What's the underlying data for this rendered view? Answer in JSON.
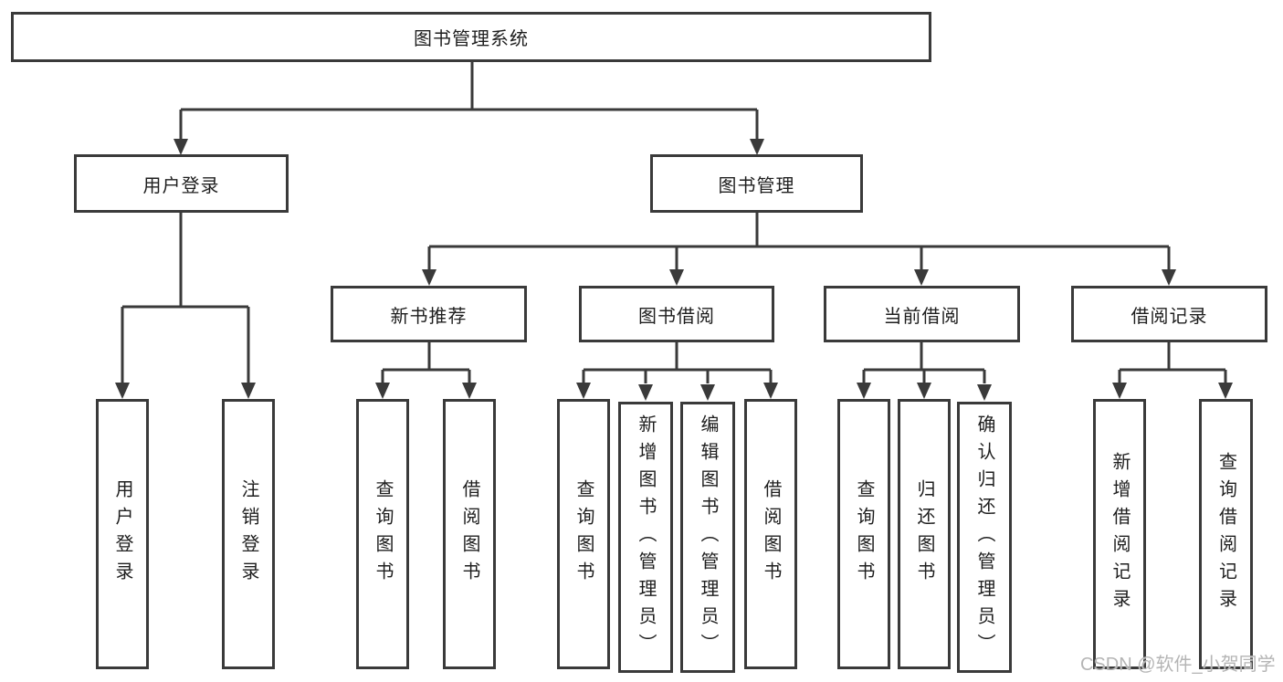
{
  "tree": {
    "label": "图书管理系统",
    "children": [
      {
        "label": "用户登录",
        "children": [
          {
            "label": "用户登录"
          },
          {
            "label": "注销登录"
          }
        ]
      },
      {
        "label": "图书管理",
        "children": [
          {
            "label": "新书推荐",
            "children": [
              {
                "label": "查询图书"
              },
              {
                "label": "借阅图书"
              }
            ]
          },
          {
            "label": "图书借阅",
            "children": [
              {
                "label": "查询图书"
              },
              {
                "label": "新增图书（管理员）"
              },
              {
                "label": "编辑图书（管理员）"
              },
              {
                "label": "借阅图书"
              }
            ]
          },
          {
            "label": "当前借阅",
            "children": [
              {
                "label": "查询图书"
              },
              {
                "label": "归还图书"
              },
              {
                "label": "确认归还（管理员）"
              }
            ]
          },
          {
            "label": "借阅记录",
            "children": [
              {
                "label": "新增借阅记录"
              },
              {
                "label": "查询借阅记录"
              }
            ]
          }
        ]
      }
    ]
  },
  "watermark": {
    "text": "CSDN @软件_小贺同学"
  },
  "colors": {
    "line": "#3a3a3a",
    "text": "#1e1e1e",
    "background": "#ffffff",
    "watermark": "#b5b5b5"
  }
}
